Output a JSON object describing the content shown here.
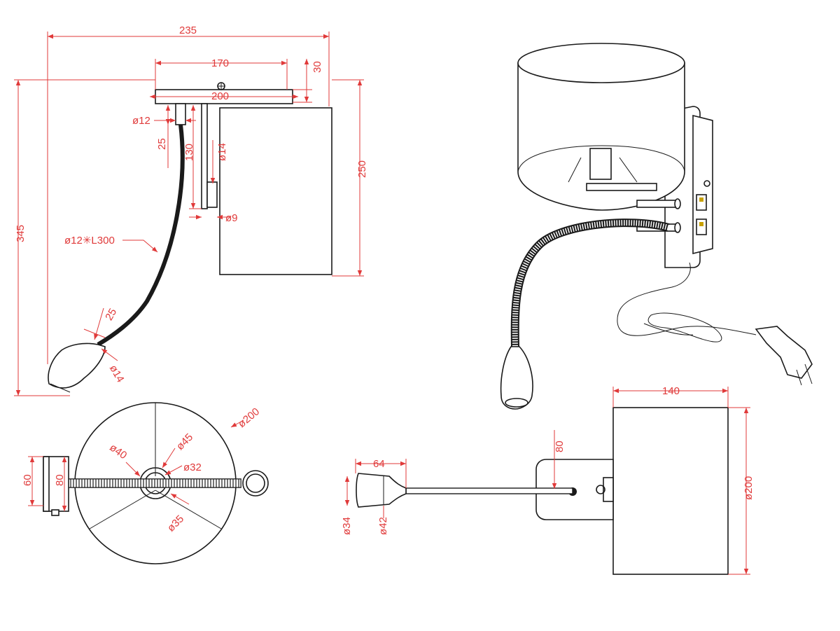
{
  "dimensions": {
    "side": {
      "w235": "235",
      "w170": "170",
      "h30": "30",
      "w200": "200",
      "d12": "ø12",
      "h25": "25",
      "h130": "130",
      "d14_rod": "ø14",
      "h250": "250",
      "d9": "ø9",
      "h345": "345",
      "arm": "ø12✳L300",
      "l25": "25",
      "d14_head": "ø14"
    },
    "top": {
      "d200": "ø200",
      "d45": "ø45",
      "d40": "ø40",
      "d32": "ø32",
      "d35": "ø35",
      "h60": "60",
      "h80": "80"
    },
    "front": {
      "w140": "140",
      "h80": "80",
      "w64": "64",
      "d200": "ø200",
      "d34": "ø34",
      "d42": "ø42"
    }
  }
}
